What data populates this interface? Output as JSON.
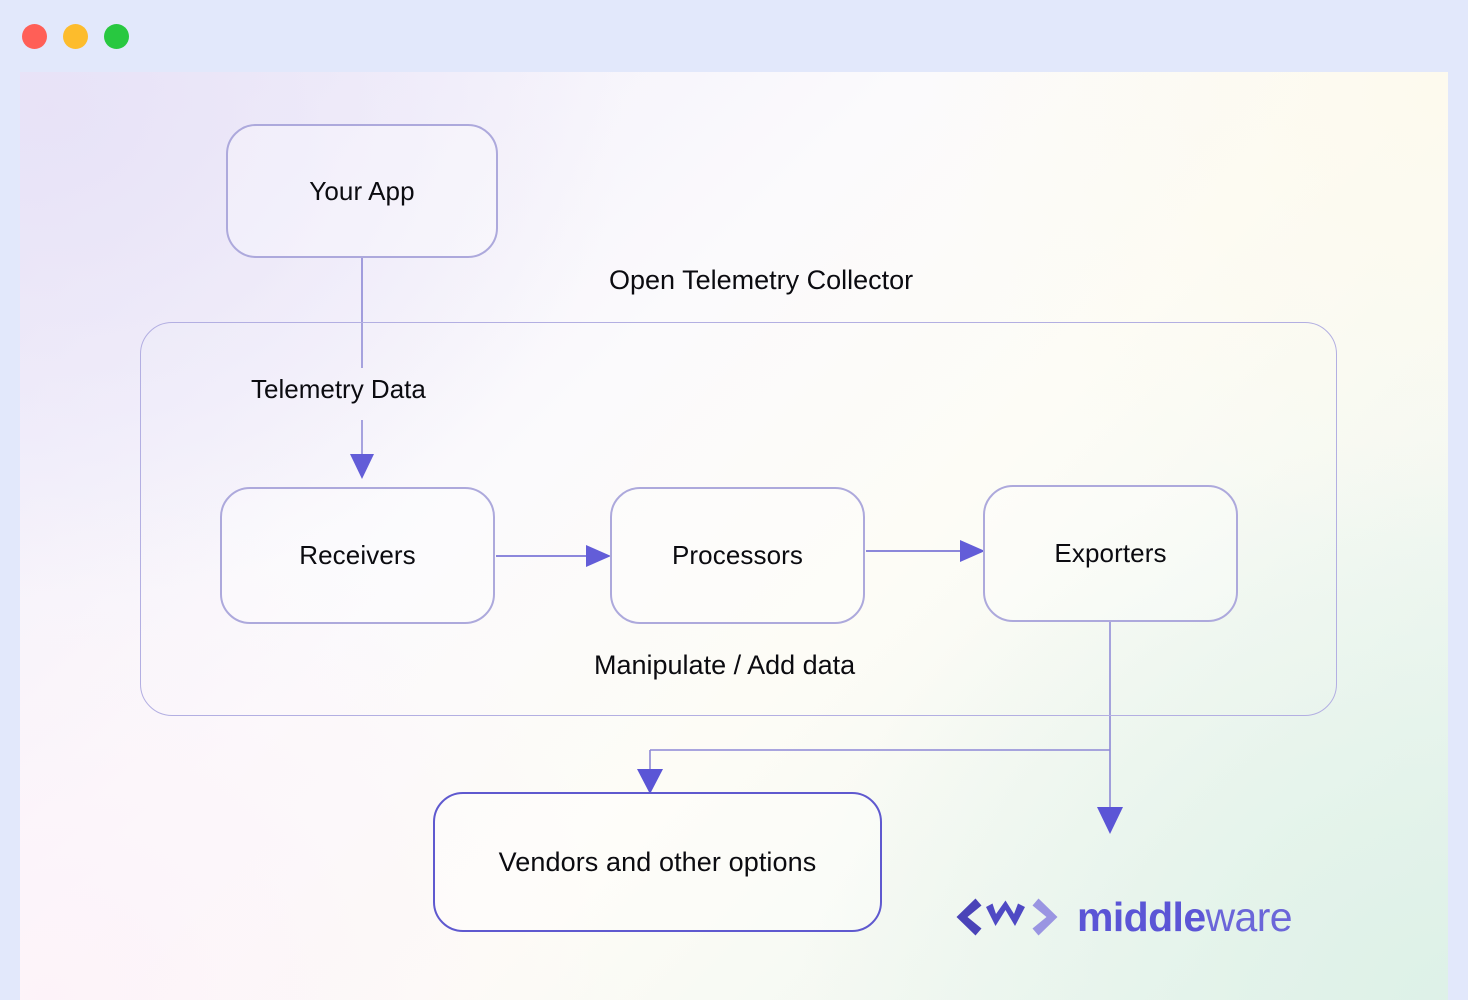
{
  "window": {
    "controls": [
      {
        "name": "close",
        "color": "#FF5F57"
      },
      {
        "name": "minimize",
        "color": "#FDBC2C"
      },
      {
        "name": "maximize",
        "color": "#28C840"
      }
    ]
  },
  "diagram": {
    "title": "Open Telemetry Collector",
    "nodes": {
      "your_app": "Your App",
      "receivers": "Receivers",
      "processors": "Processors",
      "exporters": "Exporters",
      "vendors": "Vendors and other options"
    },
    "edge_labels": {
      "telemetry_data": "Telemetry Data",
      "manipulate": "Manipulate / Add data"
    }
  },
  "logo": {
    "mark": "angle-brackets-zigzag",
    "word_bold": "middle",
    "word_light": "ware"
  },
  "colors": {
    "accent_purple": "#5B55D6",
    "node_border": "#ADA9DC",
    "node_border_strong": "#5F59CF",
    "container_border": "#B3AFE2",
    "text": "#0B0B10",
    "titlebar": "#E2E8FB"
  }
}
